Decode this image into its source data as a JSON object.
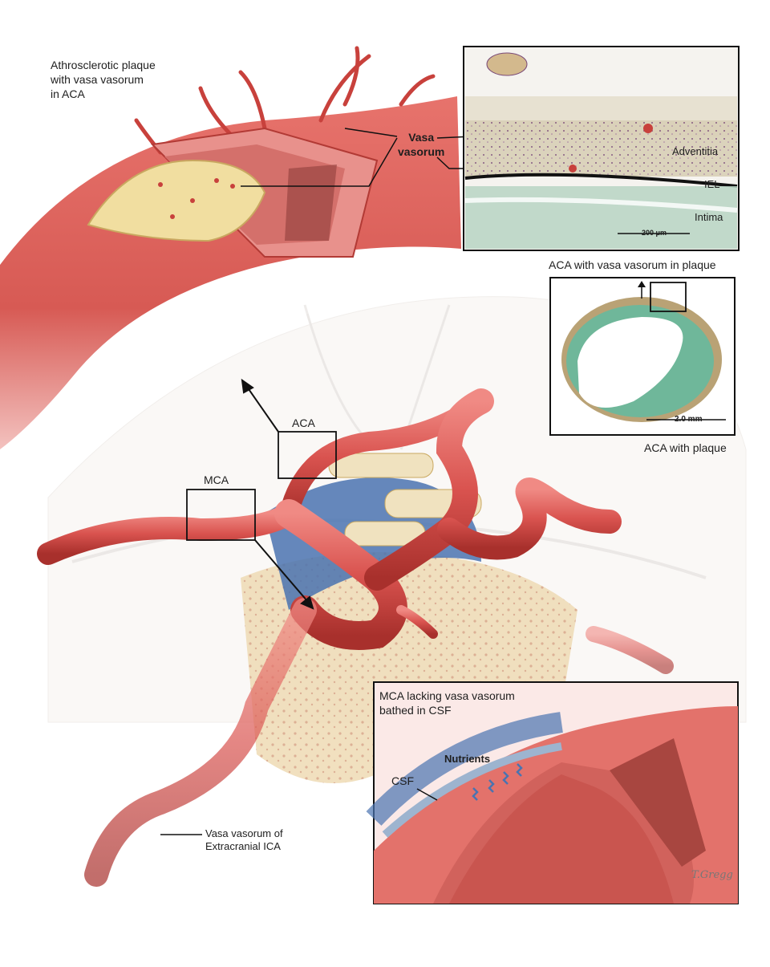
{
  "labels": {
    "top_plaque": "Athrosclerotic plaque\nwith vasa vasorum\nin ACA",
    "vasa_vasorum": "Vasa\nvasorum",
    "adventitia": "Adventitia",
    "iel": "IEL",
    "intima": "Intima",
    "scale_micro": "200 μm",
    "caption_histology": "ACA with vasa vasorum in plaque",
    "scale_mm": "2.0 mm",
    "caption_cross": "ACA with plaque",
    "aca": "ACA",
    "mca": "MCA",
    "inset_title": "MCA lacking vasa vasorum\nbathed in CSF",
    "nutrients": "Nutrients",
    "csf": "CSF",
    "vasa_extracranial": "Vasa vasorum of\nExtracranial ICA",
    "signature": "T.Gregg"
  },
  "colors": {
    "artery": "#d9534f",
    "artery_dark": "#a8302c",
    "vein": "#4a73b0",
    "plaque": "#f1dea0",
    "bone": "#efdcb8",
    "stain_green": "#6fb79a",
    "csf_blue": "#9db4cf"
  }
}
